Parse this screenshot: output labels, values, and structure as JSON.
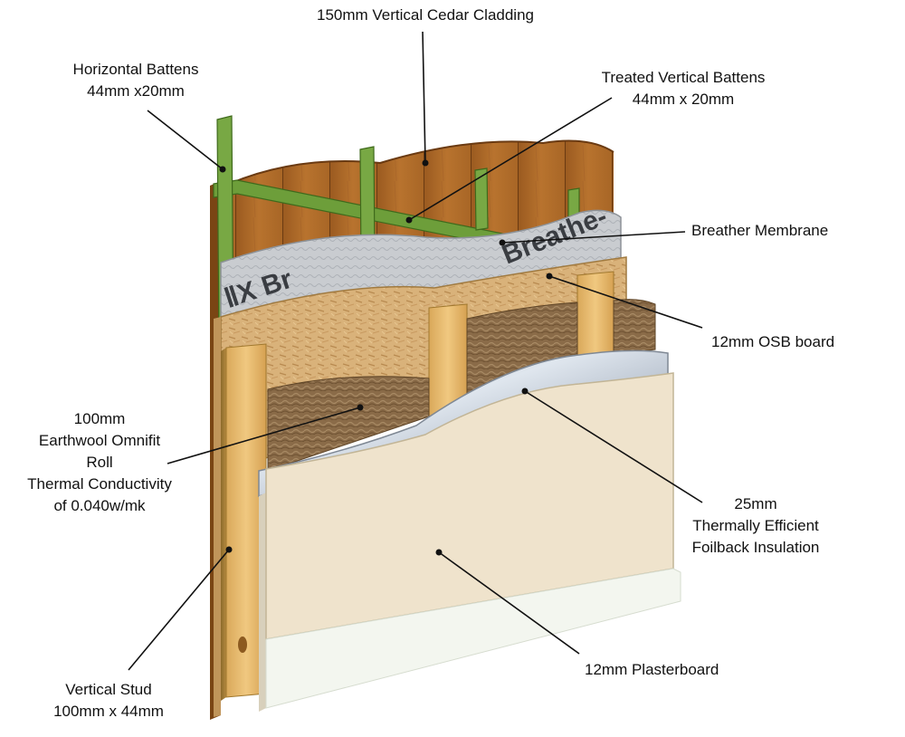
{
  "labels": {
    "cedar_cladding": [
      "150mm Vertical Cedar Cladding"
    ],
    "horizontal_battens": [
      "Horizontal Battens",
      "44mm x20mm"
    ],
    "treated_vertical_battens": [
      "Treated Vertical Battens",
      "44mm x 20mm"
    ],
    "breather_membrane": [
      "Breather Membrane"
    ],
    "osb_board": [
      "12mm OSB board"
    ],
    "earthwool": [
      "100mm",
      "Earthwool Omnifit",
      "Roll",
      "Thermal Conductivity",
      "of 0.040w/mk"
    ],
    "foilback": [
      "25mm",
      "Thermally Efficient",
      "Foilback  Insulation"
    ],
    "plasterboard": [
      "12mm Plasterboard"
    ],
    "vertical_stud": [
      "Vertical Stud",
      "100mm x 44mm"
    ]
  },
  "membrane_print": "Breathe-",
  "membrane_print_2": "ⅡX Br"
}
